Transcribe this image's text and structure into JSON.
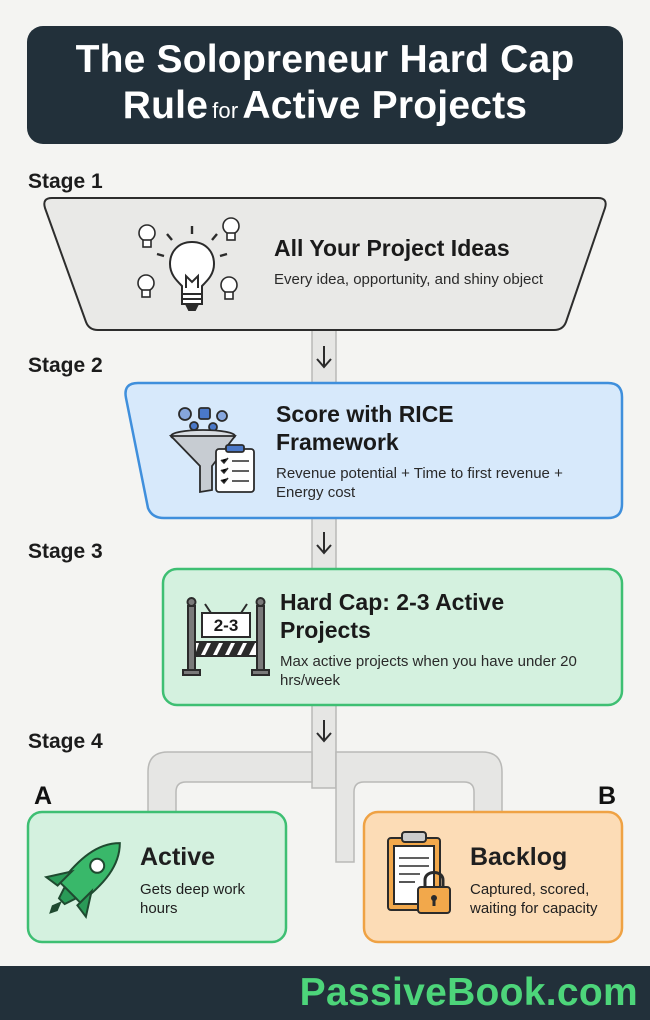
{
  "title": {
    "line1": "The Solopreneur Hard Cap",
    "line2_start": "Rule",
    "line2_small": "for",
    "line2_end": "Active Projects"
  },
  "stages": [
    {
      "label": "Stage 1",
      "title": "All Your Project Ideas",
      "description": "Every idea, opportunity, and shiny object",
      "icon": "lightbulb-icon",
      "fill": "#e9e9e7",
      "stroke": "#2d2d2d"
    },
    {
      "label": "Stage 2",
      "title": "Score with RICE Framework",
      "description": "Revenue potential + Time to first revenue + Energy cost",
      "icon": "funnel-icon",
      "fill": "#d7e9fb",
      "stroke": "#3f8fdc"
    },
    {
      "label": "Stage 3",
      "title": "Hard Cap: 2-3 Active Projects",
      "description": "Max active projects when you have under 20 hrs/week",
      "icon": "barrier-sign-icon",
      "fill": "#d4f1df",
      "stroke": "#3ebf73"
    },
    {
      "label": "Stage 4"
    }
  ],
  "sign_text": "2-3",
  "branches": [
    {
      "letter": "A",
      "title": "Active",
      "description": "Gets deep work hours",
      "icon": "rocket-icon",
      "fill": "#d4f1df",
      "stroke": "#3ebf73"
    },
    {
      "letter": "B",
      "title": "Backlog",
      "description": "Captured, scored, waiting for capacity",
      "icon": "clipboard-lock-icon",
      "fill": "#fcdcb6",
      "stroke": "#efa244"
    }
  ],
  "brand": "PassiveBook.com",
  "colors": {
    "title_bg": "#22303a",
    "brand_green": "#4dd57a",
    "connector": "#e3e3e1"
  }
}
